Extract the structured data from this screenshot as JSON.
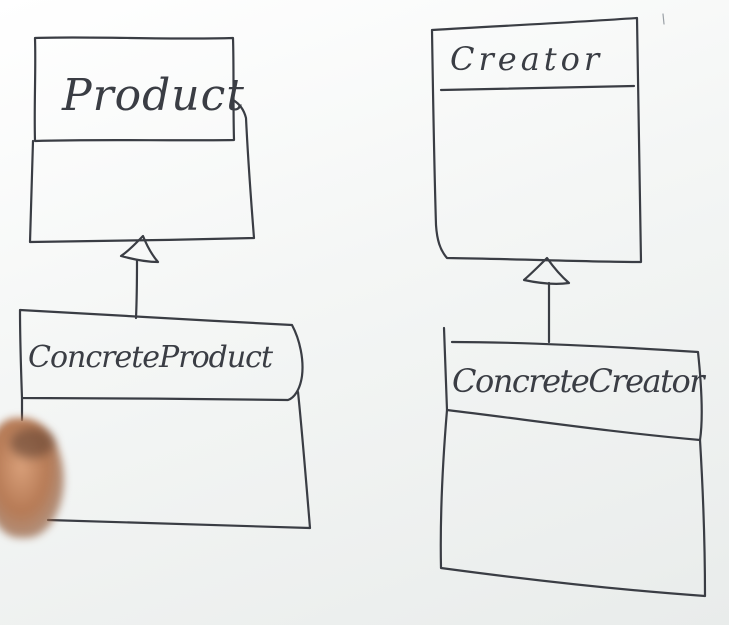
{
  "diagram": {
    "boxes": {
      "product": {
        "label": "Product"
      },
      "creator": {
        "label": "Creator"
      },
      "concrete_product": {
        "label": "ConcreteProduct"
      },
      "concrete_creator": {
        "label": "ConcreteCreator"
      }
    }
  },
  "colors": {
    "board": "#f4f6f5",
    "ink": "#3a3d44"
  }
}
